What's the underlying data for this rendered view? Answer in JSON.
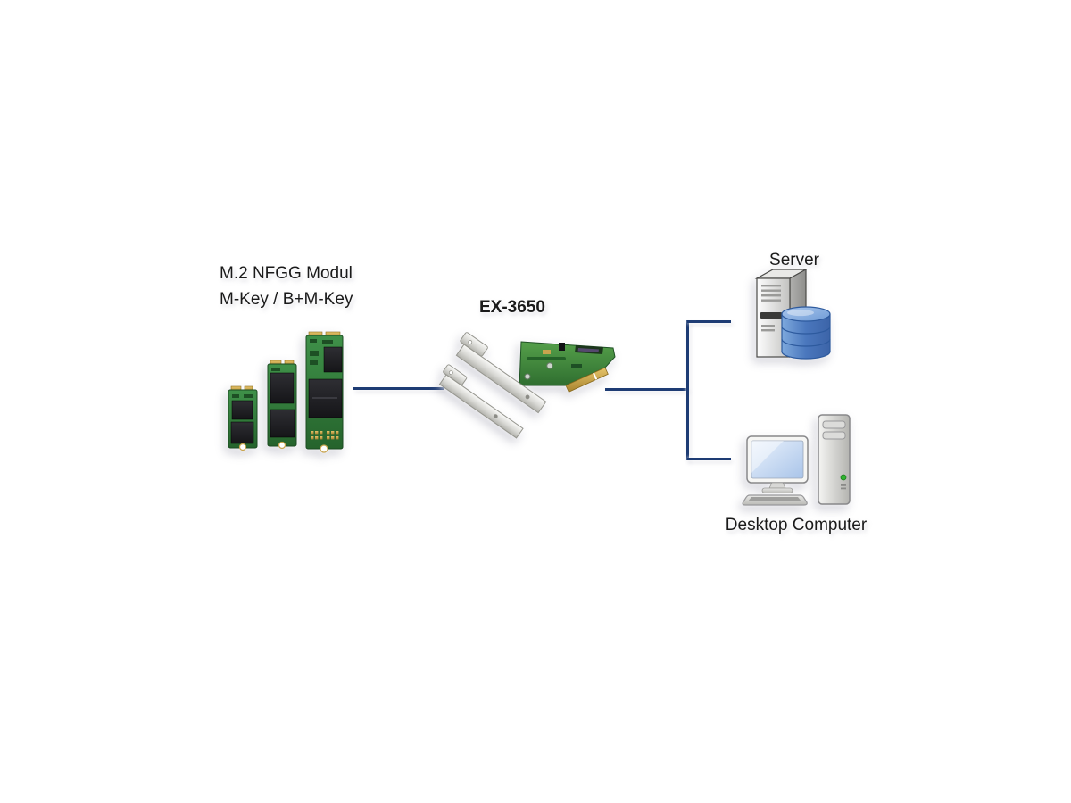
{
  "diagram": {
    "kind": "product-connection-diagram",
    "background": "#ffffff"
  },
  "labels": {
    "modules_line1": "M.2 NFGG Modul",
    "modules_line2": "M-Key / B+M-Key",
    "card": "EX-3650",
    "server": "Server",
    "desktop": "Desktop Computer"
  },
  "icons": {
    "modules": "m2-ssd-modules-image",
    "card": "pcie-adapter-card-image",
    "server": "server-tower-database-icon",
    "desktop": "desktop-computer-icon"
  },
  "connections": [
    {
      "from": "m2-modules",
      "to": "ex-3650-card"
    },
    {
      "from": "ex-3650-card",
      "to": "server"
    },
    {
      "from": "ex-3650-card",
      "to": "desktop-computer"
    }
  ],
  "colors": {
    "connector_line": "#1e3c74",
    "pcb_green": "#3a8a3e",
    "gold": "#c9a44e",
    "chip_black": "#212126",
    "bracket_silver": "#d9d9d5",
    "database_blue": "#5b8cce",
    "screen_blue": "#b9d0ee",
    "led_green": "#2fb32f",
    "text": "#1a1a1a"
  }
}
